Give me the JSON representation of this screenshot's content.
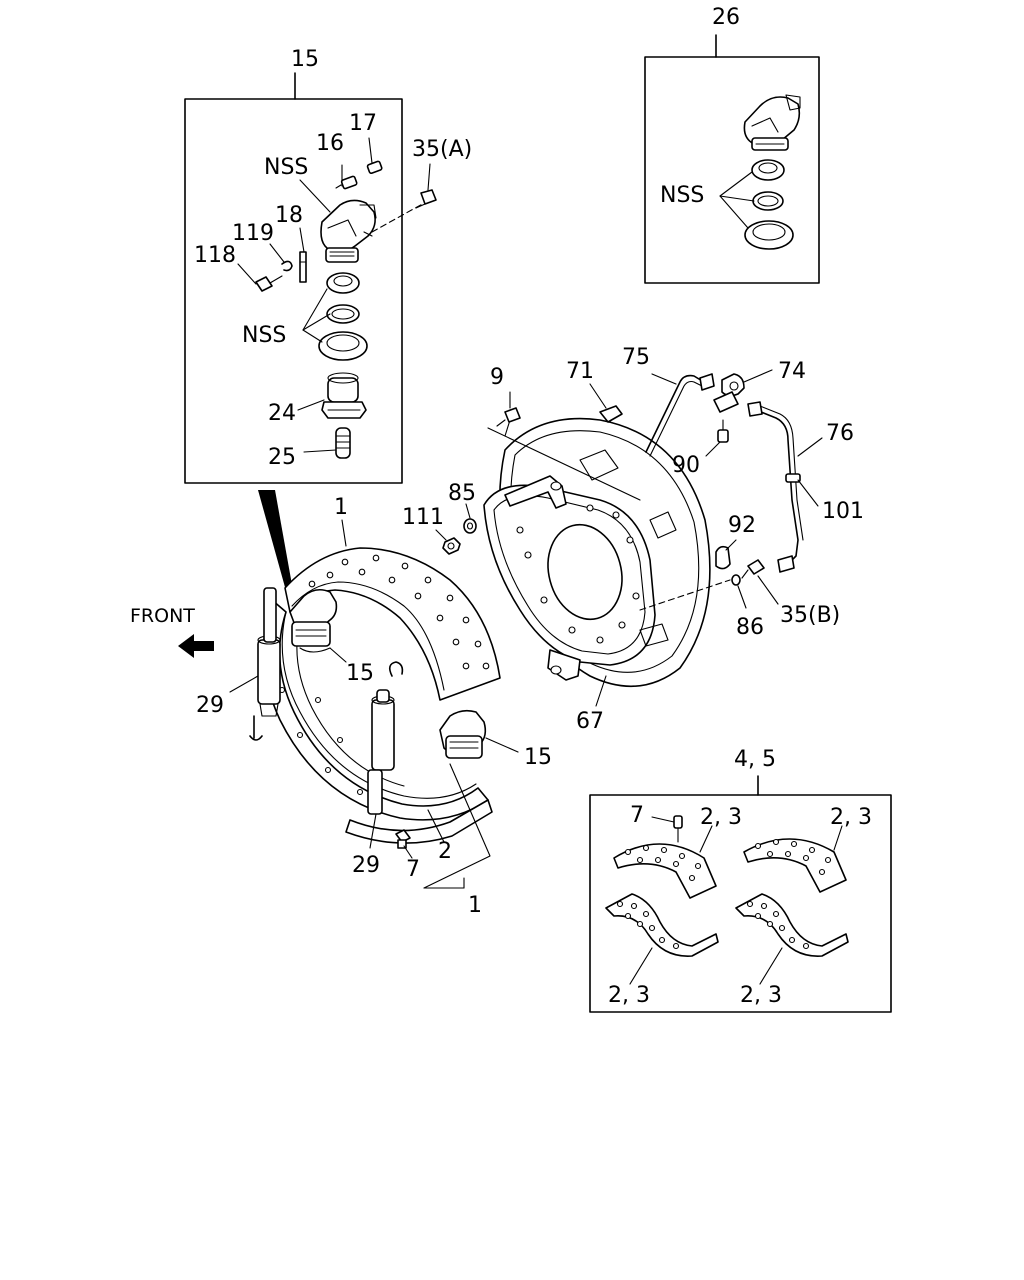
{
  "labels": {
    "l_15_box": "15",
    "l_17": "17",
    "l_16": "16",
    "l_35a": "35(A)",
    "l_nss_top": "NSS",
    "l_18": "18",
    "l_119": "119",
    "l_118": "118",
    "l_nss_box15": "NSS",
    "l_24": "24",
    "l_25": "25",
    "l_26": "26",
    "l_nss_box26": "NSS",
    "l_9": "9",
    "l_71": "71",
    "l_75": "75",
    "l_74": "74",
    "l_76": "76",
    "l_90": "90",
    "l_101": "101",
    "l_85": "85",
    "l_111": "111",
    "l_1_top": "1",
    "l_92": "92",
    "l_front": "FRONT",
    "l_15_mid": "15",
    "l_86": "86",
    "l_35b": "35(B)",
    "l_29_left": "29",
    "l_67": "67",
    "l_15_right": "15",
    "l_45": "4, 5",
    "l_29_bottom": "29",
    "l_2": "2",
    "l_7": "7",
    "l_1_bottom": "1",
    "l_7_kit": "7",
    "l_23_a": "2, 3",
    "l_23_b": "2, 3",
    "l_23_c": "2, 3",
    "l_23_d": "2, 3"
  }
}
